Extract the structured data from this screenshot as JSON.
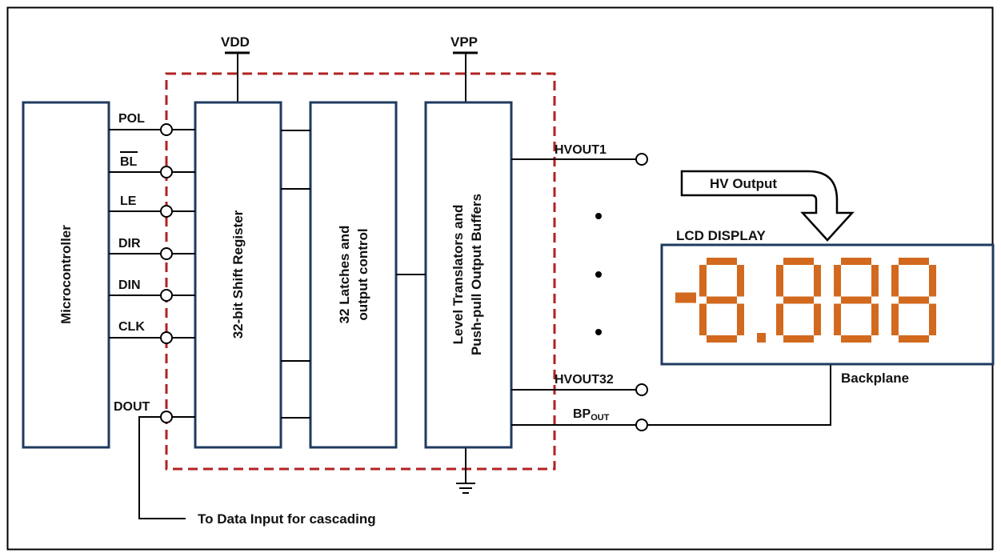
{
  "labels": {
    "vdd": "VDD",
    "vpp": "VPP",
    "microcontroller": "Microcontroller",
    "shift_register": "32-bit Shift Register",
    "latches_line1": "32 Latches and",
    "latches_line2": "output control",
    "level_line1": "Level Translators and",
    "level_line2": "Push-pull Output Buffers",
    "lcd_display": "LCD DISPLAY",
    "hv_output": "HV Output",
    "backplane": "Backplane",
    "hvout1": "HVOUT1",
    "hvout32": "HVOUT32",
    "bp_main": "BP",
    "bp_sub": "OUT",
    "cascading": "To Data Input for cascading",
    "display_value": "-8.888"
  },
  "pins": [
    {
      "id": "pol",
      "label": "POL",
      "overline": false
    },
    {
      "id": "bl",
      "label": "BL",
      "overline": true
    },
    {
      "id": "le",
      "label": "LE",
      "overline": false
    },
    {
      "id": "dir",
      "label": "DIR",
      "overline": false
    },
    {
      "id": "din",
      "label": "DIN",
      "overline": false
    },
    {
      "id": "clk",
      "label": "CLK",
      "overline": false
    },
    {
      "id": "dout",
      "label": "DOUT",
      "overline": false
    }
  ],
  "colors": {
    "box_stroke": "#1f3a5f",
    "boundary": "#b22222",
    "lcd_border": "#1f3a5f",
    "lcd_segment": "#d2691e"
  }
}
